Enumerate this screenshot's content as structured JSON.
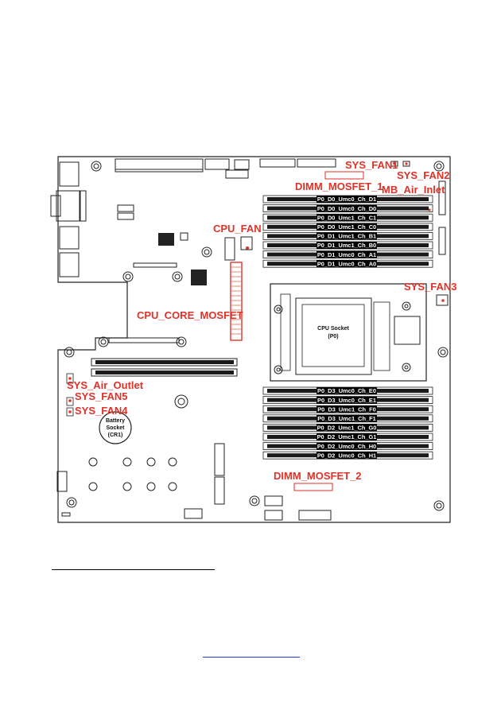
{
  "labels": {
    "sys_fan1": "SYS_FAN1",
    "sys_fan2": "SYS_FAN2",
    "dimm_mosfet_1": "DIMM_MOSFET_1",
    "mb_air_inlet": "MB_Air_Inlet",
    "cpu_fan": "CPU_FAN",
    "sys_fan3": "SYS_FAN3",
    "cpu_core_mosfet": "CPU_CORE_MOSFET",
    "sys_air_outlet": "SYS_Air_Outlet",
    "sys_fan5": "SYS_FAN5",
    "sys_fan4": "SYS_FAN4",
    "dimm_mosfet_2": "DIMM_MOSFET_2"
  },
  "cpu_socket": {
    "line1": "CPU Socket",
    "line2": "(P0)"
  },
  "battery": {
    "line1": "Battery",
    "line2": "Socket",
    "line3": "(CR1)"
  },
  "dimm_top": [
    "P0_D0_Umc0_Ch_D1",
    "P0_D0_Umc0_Ch_D0",
    "P0_D0_Umc1_Ch_C1",
    "P0_D0_Umc1_Ch_C0",
    "P0_D1_Umc1_Ch_B1",
    "P0_D1_Umc1_Ch_B0",
    "P0_D1_Umc0_Ch_A1",
    "P0_D1_Umc0_Ch_A0"
  ],
  "dimm_bottom": [
    "P0_D3_Umc0_Ch_E0",
    "P0_D3_Umc0_Ch_E1",
    "P0_D3_Umc1_Ch_F0",
    "P0_D3_Umc1_Ch_F1",
    "P0_D2_Umc1_Ch_G0",
    "P0_D2_Umc1_Ch_G1",
    "P0_D2_Umc0_Ch_H0",
    "P0_D2_Umc0_Ch_H1"
  ],
  "colors": {
    "accent": "#e03228",
    "slot": "#1a1a1a",
    "outline": "#222222"
  }
}
